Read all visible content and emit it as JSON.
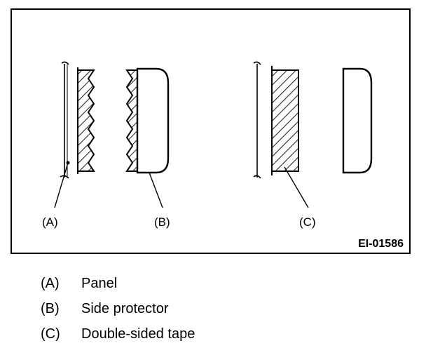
{
  "figure": {
    "code": "EI-01586",
    "callouts": {
      "a": "(A)",
      "b": "(B)",
      "c": "(C)"
    }
  },
  "legend": [
    {
      "key": "(A)",
      "text": "Panel"
    },
    {
      "key": "(B)",
      "text": "Side protector"
    },
    {
      "key": "(C)",
      "text": "Double-sided tape"
    }
  ]
}
